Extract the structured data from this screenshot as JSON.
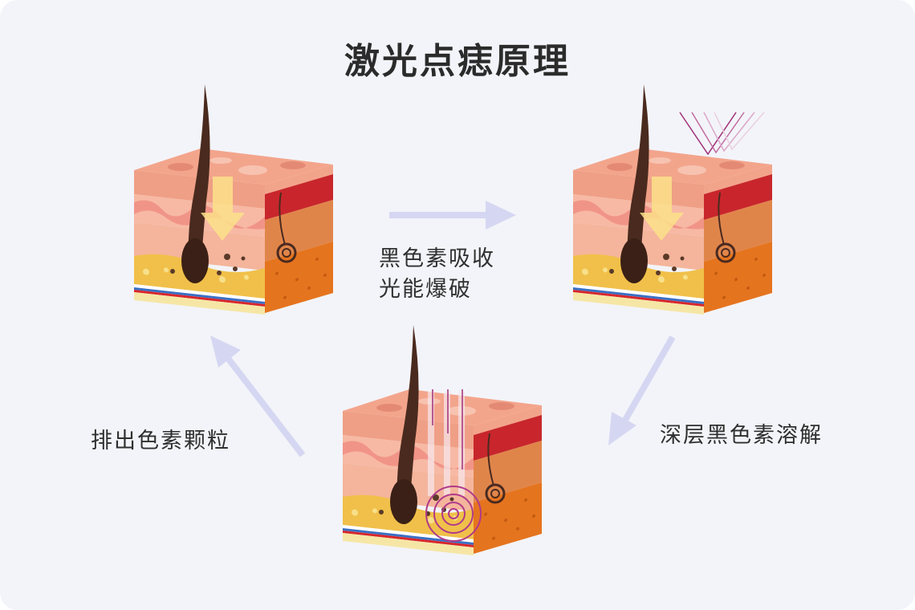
{
  "title": "激光点痣原理",
  "steps": [
    {
      "label_line1": "黑色素吸收",
      "label_line2": "光能爆破"
    },
    {
      "label": "深层黑色素溶解"
    },
    {
      "label": "排出色素颗粒"
    }
  ],
  "colors": {
    "background": "#f3f4f9",
    "arrow": "#d5d7f2",
    "laser": "#a0307a",
    "title": "#2b2b2b"
  }
}
